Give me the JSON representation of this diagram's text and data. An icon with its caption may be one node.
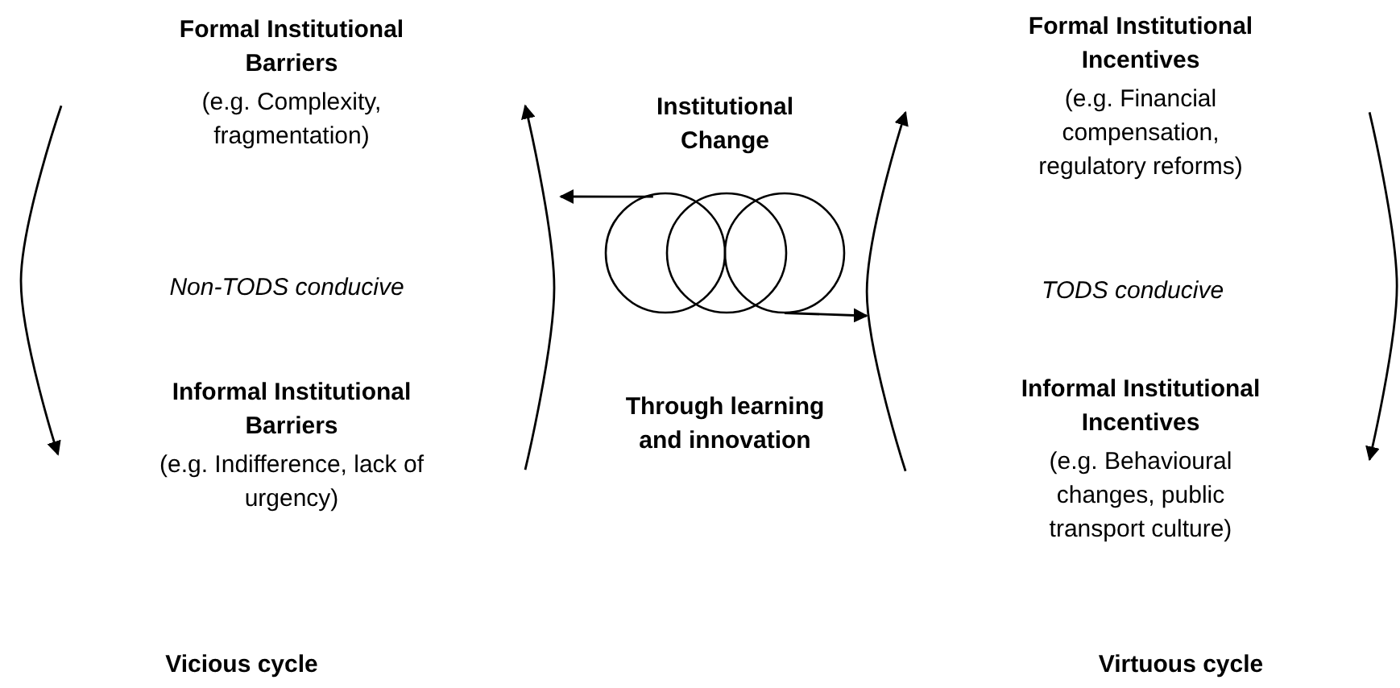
{
  "diagram": {
    "nodes": [
      {
        "text": [
          "Formal Institutional Barriers",
          "(e.g. Complexity, fragmentation)"
        ]
      },
      {
        "text": [
          "Informal Institutional Barriers",
          "(e.g. Indifference, lack of urgency)"
        ]
      },
      {
        "text": [
          "Formal Institutional Incentives",
          "(e.g. Financial compensation, regulatory reforms)"
        ]
      },
      {
        "text": [
          "Informal Institutional Incentives",
          "(e.g. Behavioural changes, public transport culture)"
        ]
      },
      {
        "text": [],
        "shape": "circle"
      },
      {
        "text": [],
        "shape": "circle"
      },
      {
        "text": [],
        "shape": "circle"
      }
    ],
    "edges": [
      {
        "from": 0,
        "to": 1,
        "arrow": "to"
      },
      {
        "from": 1,
        "to": 0,
        "arrow": "to"
      },
      {
        "from": 3,
        "to": 2,
        "arrow": "to"
      },
      {
        "from": 2,
        "to": 3,
        "arrow": "to"
      },
      {
        "from": 4,
        "to": null,
        "arrow": "to"
      },
      {
        "from": 6,
        "to": null,
        "arrow": "to"
      }
    ],
    "labels": [
      "Institutional Change",
      "Non-TODS conducive",
      "TODS conducive",
      "Through learning and innovation",
      "Vicious cycle",
      "Virtuous cycle"
    ]
  }
}
